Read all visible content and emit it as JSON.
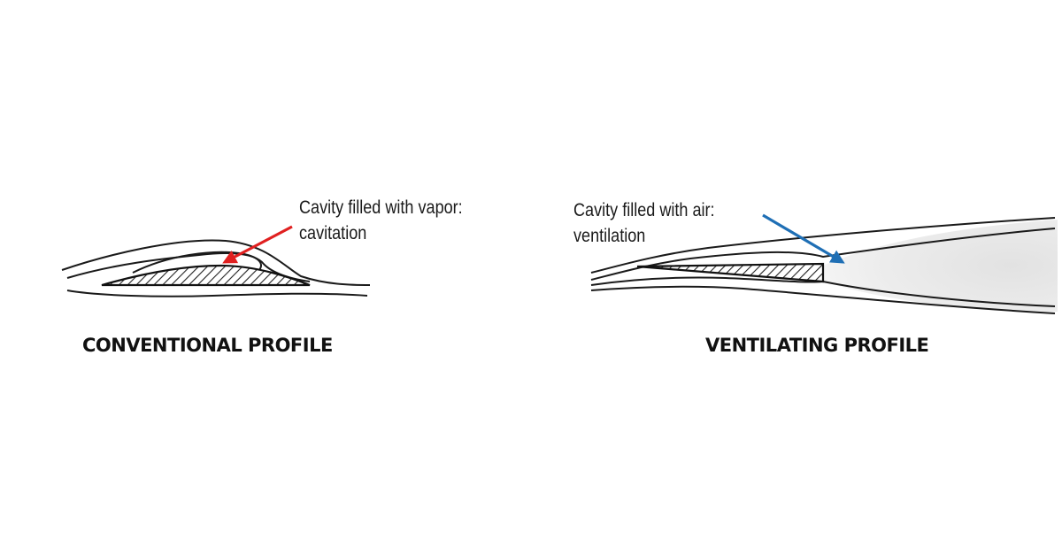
{
  "conventional": {
    "annotation_line1": "Cavity filled with vapor:",
    "annotation_line2": "cavitation",
    "label": "CONVENTIONAL PROFILE",
    "arrow_color": "#e02020"
  },
  "ventilating": {
    "annotation_line1": "Cavity filled with air:",
    "annotation_line2": "ventilation",
    "label": "VENTILATING PROFILE",
    "arrow_color": "#1f6fb5"
  }
}
